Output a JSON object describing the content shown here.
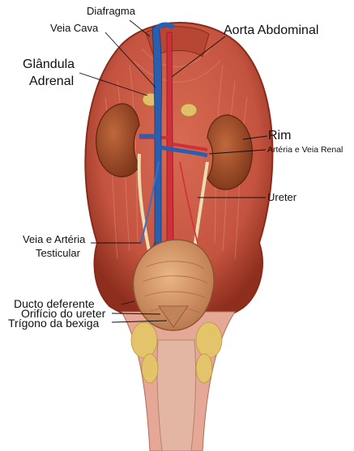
{
  "labels": {
    "diafragma": "Diafragma",
    "veia_cava": "Veia Cava",
    "aorta_abdominal": "Aorta Abdominal",
    "glandula_l1": "Glândula",
    "glandula_l2": "Adrenal",
    "rim": "Rim",
    "arteria_veia_renal": "Artéria e Veia Renal",
    "ureter": "Ureter",
    "veia_arteria_l1": "Veia e Artéria",
    "veia_arteria_l2": "Testicular",
    "ducto_deferente": "Ducto deferente",
    "orificio_ureter": "Orifício do ureter",
    "trigono_bexiga": "Trígono da bexiga"
  },
  "colors": {
    "muscle": "#c85a44",
    "muscle_dark": "#9c3424",
    "kidney": "#a4502c",
    "vein": "#2a5fb0",
    "artery": "#d0303a",
    "bladder": "#d39a66",
    "gland": "#d8b05a",
    "ureter": "#e8d8b0"
  }
}
